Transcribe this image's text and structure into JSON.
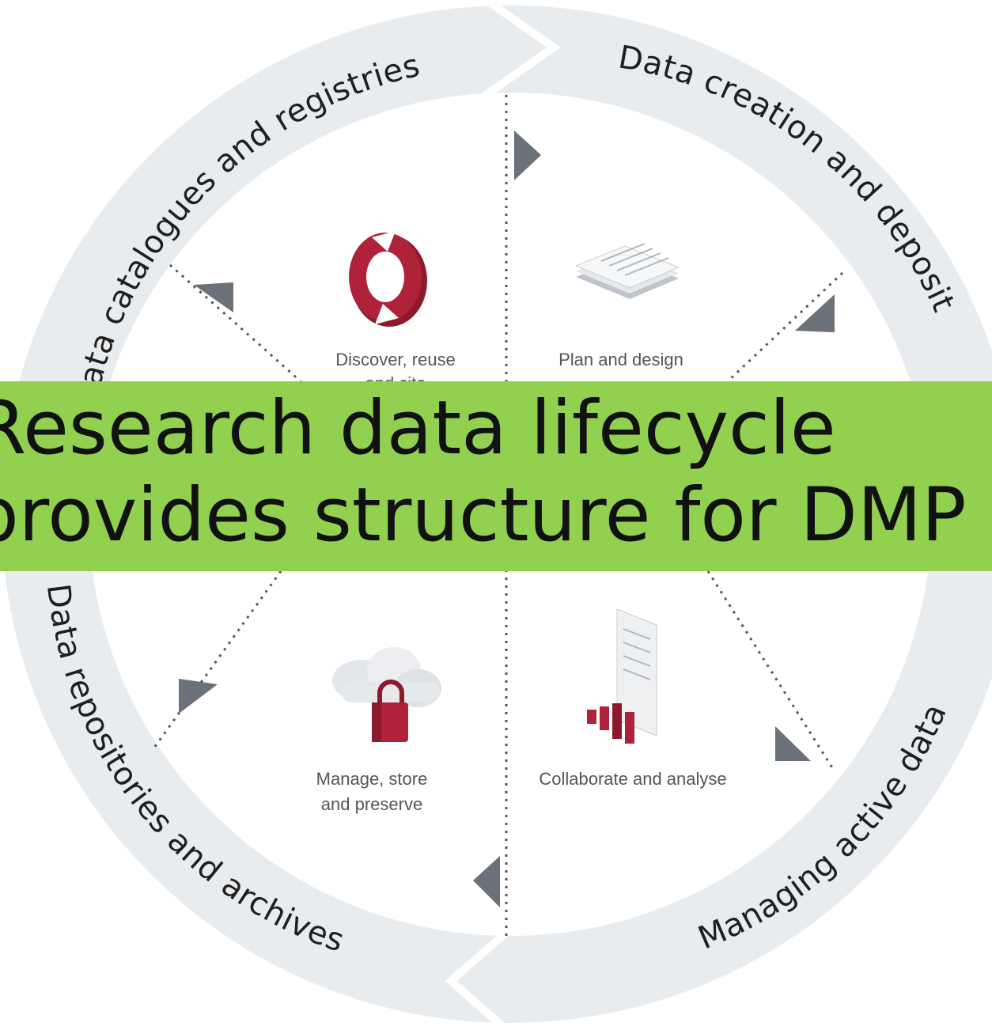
{
  "ring": {
    "catalogues": "Data catalogues and registries",
    "creation": "Data creation and deposit",
    "active": "Managing active data",
    "repositories": "Data repositories and archives"
  },
  "stages": {
    "discover_line1": "Discover, reuse",
    "discover_line2": "and cite",
    "plan": "Plan and design",
    "manage_line1": "Manage, store",
    "manage_line2": "and preserve",
    "collaborate": "Collaborate and analyse"
  },
  "banner": {
    "line1": "Research data lifecycle",
    "line2": "provides structure for DMP"
  },
  "colors": {
    "banner": "#92d050",
    "ring": "#e9ecef",
    "accent": "#b0213a",
    "arrow": "#6b7178"
  }
}
